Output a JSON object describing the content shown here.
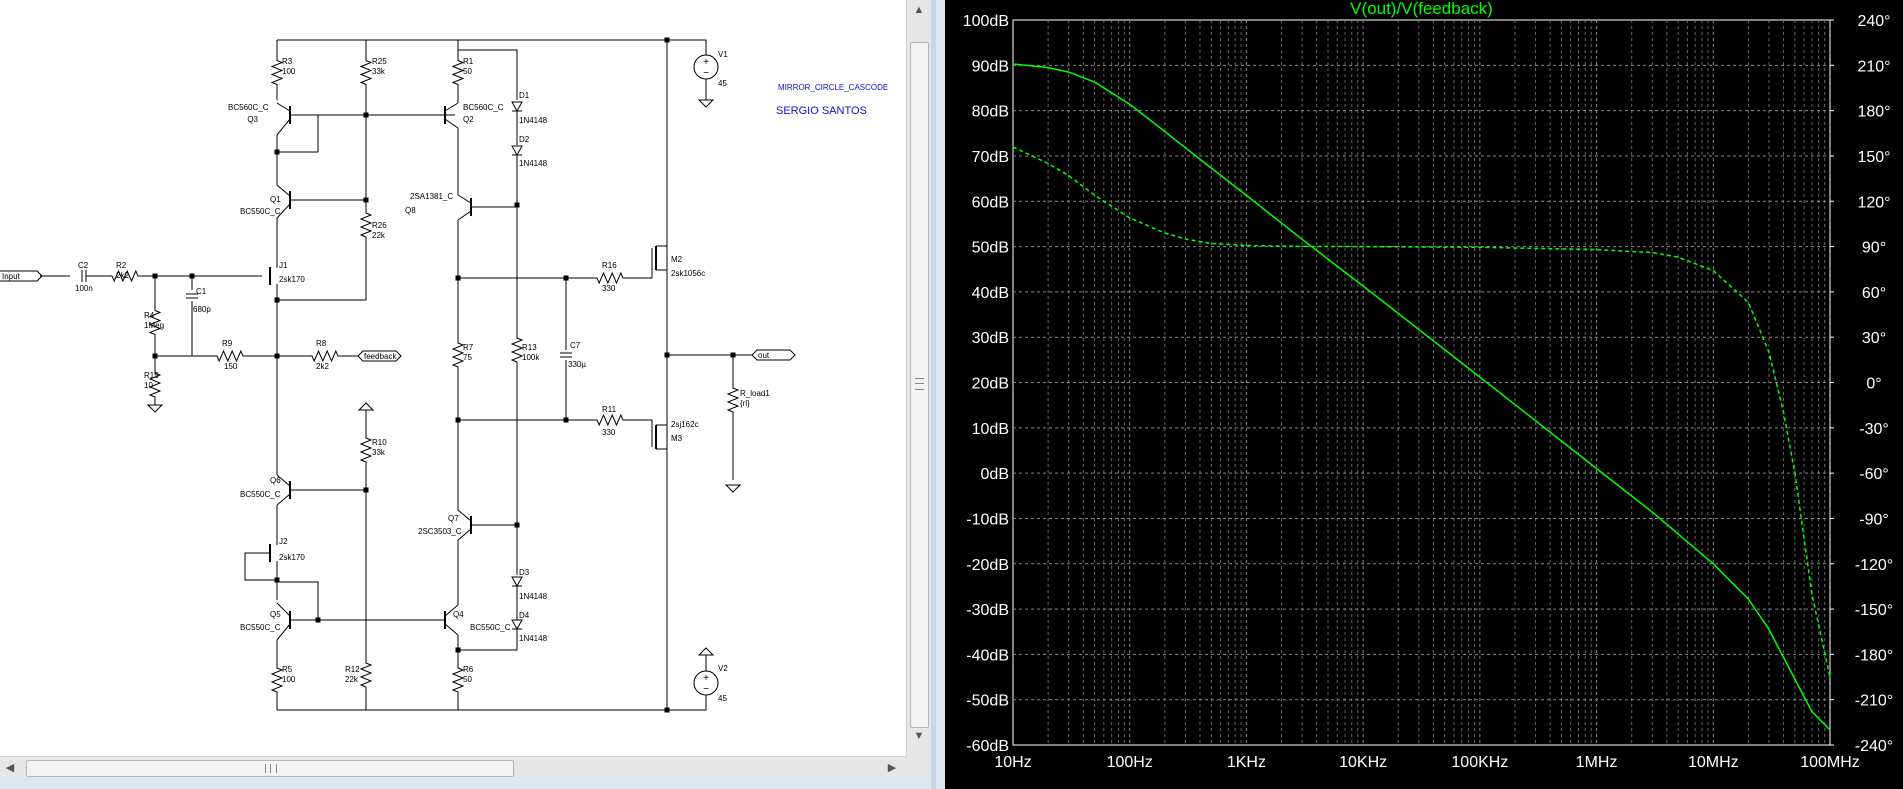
{
  "schematic": {
    "title_block": {
      "circuit_name": "MIRROR_CIRCLE_CASCODE",
      "author": "SERGIO SANTOS"
    },
    "ports": {
      "input": "Input",
      "feedback": "feedback",
      "out": "out"
    },
    "sources": [
      {
        "ref": "V1",
        "value": "45"
      },
      {
        "ref": "V2",
        "value": "45"
      }
    ],
    "resistors": [
      {
        "ref": "R3",
        "value": "100"
      },
      {
        "ref": "R25",
        "value": "33k"
      },
      {
        "ref": "R1",
        "value": "50"
      },
      {
        "ref": "R26",
        "value": "22k"
      },
      {
        "ref": "R2",
        "value": "2k2"
      },
      {
        "ref": "R4",
        "value": "1Meg"
      },
      {
        "ref": "R15",
        "value": "10"
      },
      {
        "ref": "R9",
        "value": "150"
      },
      {
        "ref": "R8",
        "value": "2k2"
      },
      {
        "ref": "R16",
        "value": "330"
      },
      {
        "ref": "R7",
        "value": "75"
      },
      {
        "ref": "R13",
        "value": "100k"
      },
      {
        "ref": "R11",
        "value": "330"
      },
      {
        "ref": "R_load1",
        "value": "{rl}"
      },
      {
        "ref": "R10",
        "value": "33k"
      },
      {
        "ref": "R5",
        "value": "100"
      },
      {
        "ref": "R12",
        "value": "22k"
      },
      {
        "ref": "R6",
        "value": "50"
      }
    ],
    "capacitors": [
      {
        "ref": "C2",
        "value": "100n"
      },
      {
        "ref": "C1",
        "value": "680p"
      },
      {
        "ref": "C7",
        "value": "330µ"
      }
    ],
    "diodes": [
      {
        "ref": "D1",
        "value": "1N4148"
      },
      {
        "ref": "D2",
        "value": "1N4148"
      },
      {
        "ref": "D3",
        "value": "1N4148"
      },
      {
        "ref": "D4",
        "value": "1N4148"
      }
    ],
    "transistors": [
      {
        "ref": "Q3",
        "model": "BC560C_C"
      },
      {
        "ref": "Q2",
        "model": "BC560C_C"
      },
      {
        "ref": "Q1",
        "model": "BC550C_C"
      },
      {
        "ref": "Q8",
        "model": "2SA1381_C"
      },
      {
        "ref": "J1",
        "model": "2sk170"
      },
      {
        "ref": "M2",
        "model": "2sk1056c"
      },
      {
        "ref": "M3",
        "model": "2sj162c"
      },
      {
        "ref": "Q6",
        "model": "BC550C_C"
      },
      {
        "ref": "J2",
        "model": "2sk170"
      },
      {
        "ref": "Q7",
        "model": "2SC3503_C"
      },
      {
        "ref": "Q5",
        "model": "BC550C_C"
      },
      {
        "ref": "Q4",
        "model": "BC550C_C"
      }
    ]
  },
  "plot": {
    "title": "V(out)/V(feedback)",
    "colors": {
      "background": "#000000",
      "trace": "#00ff00",
      "grid": "#8a8a8a",
      "text": "#ffffff"
    }
  },
  "chart_data": {
    "type": "line",
    "title": "V(out)/V(feedback)",
    "x_scale": "log",
    "xlim": [
      10,
      100000000
    ],
    "x_ticks": [
      "10Hz",
      "100Hz",
      "1KHz",
      "10KHz",
      "100KHz",
      "1MHz",
      "10MHz",
      "100MHz"
    ],
    "ylim": [
      -60,
      100
    ],
    "y_ticks": [
      "100dB",
      "90dB",
      "80dB",
      "70dB",
      "60dB",
      "50dB",
      "40dB",
      "30dB",
      "20dB",
      "10dB",
      "0dB",
      "-10dB",
      "-20dB",
      "-30dB",
      "-40dB",
      "-50dB",
      "-60dB"
    ],
    "y2lim": [
      -240,
      240
    ],
    "y2_ticks": [
      "240°",
      "210°",
      "180°",
      "150°",
      "120°",
      "90°",
      "60°",
      "30°",
      "0°",
      "-30°",
      "-60°",
      "-90°",
      "-120°",
      "-150°",
      "-180°",
      "-210°",
      "-240°"
    ],
    "grid": true,
    "series": [
      {
        "style": "solid",
        "axis": "left",
        "x": [
          10,
          20,
          30,
          50,
          100,
          200,
          300,
          1000,
          3000,
          10000,
          100000,
          1000000,
          3000000,
          10000000,
          20000000,
          30000000,
          50000000,
          70000000,
          100000000
        ],
        "y": [
          90.3,
          89.5,
          88.5,
          86.3,
          81.4,
          75.4,
          71.8,
          61.3,
          51.6,
          41.3,
          21.2,
          1.0,
          -8.6,
          -20.0,
          -27.8,
          -34.5,
          -45.5,
          -52.6,
          -56.7
        ]
      },
      {
        "style": "dashed",
        "axis": "right",
        "x": [
          10,
          20,
          30,
          50,
          100,
          200,
          300,
          500,
          1000,
          3000,
          10000,
          100000,
          1000000,
          3000000,
          5000000,
          10000000,
          20000000,
          30000000,
          40000000,
          50000000,
          70000000,
          100000000
        ],
        "y": [
          156,
          145,
          137,
          124,
          109,
          99,
          95,
          92,
          90.7,
          90.1,
          90,
          89.5,
          88,
          86,
          83,
          74,
          53,
          20,
          -20,
          -60,
          -140,
          -195
        ]
      }
    ]
  }
}
